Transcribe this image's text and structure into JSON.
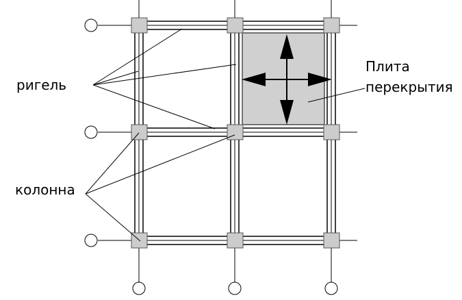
{
  "labels": {
    "beam": "ригель",
    "column": "колонна",
    "slab_line1": "Плита",
    "slab_line2": "перекрытия"
  },
  "colors": {
    "line": "#000000",
    "column_fill": "#cccccc",
    "slab_fill": "#d0d0d0",
    "background": "#ffffff"
  },
  "icons": {
    "slab_arrows": "four-way-arrow-icon",
    "grid_axis_marker": "circle-icon"
  }
}
